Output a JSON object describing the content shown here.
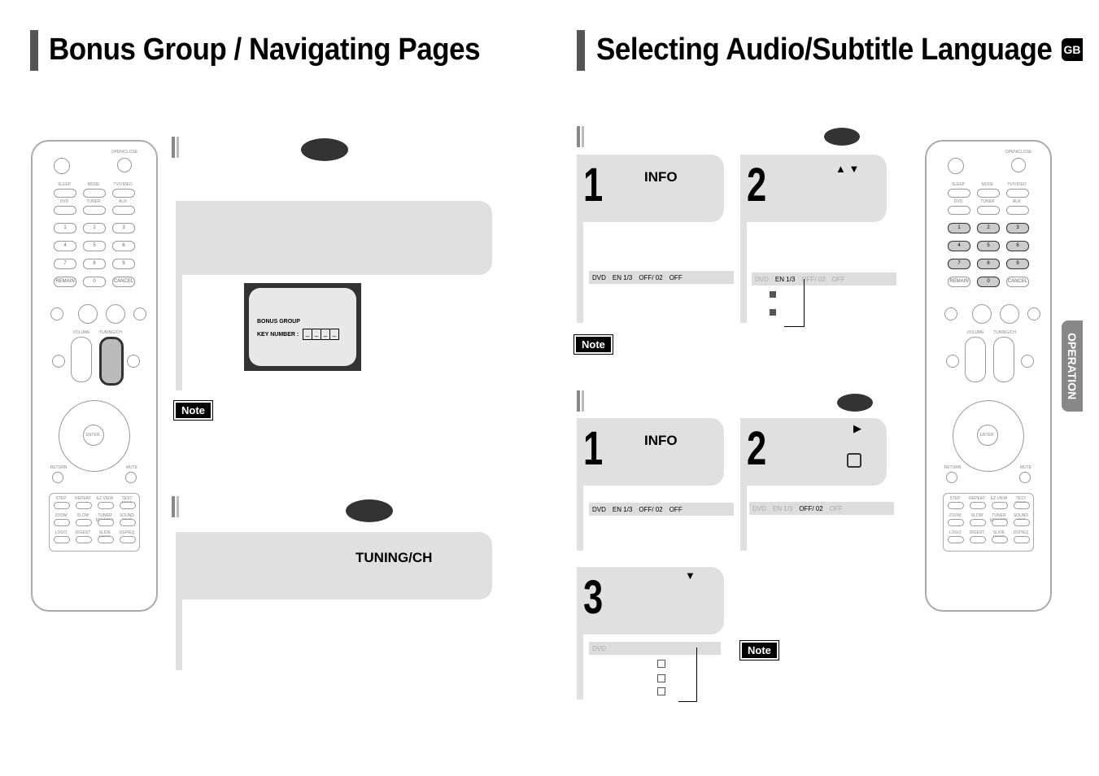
{
  "page_left": {
    "title": "Bonus Group / Navigating Pages",
    "screen": {
      "line1": "BONUS GROUP",
      "line2": "KEY NUMBER :",
      "digits": [
        "_",
        "_",
        "_",
        "_"
      ]
    },
    "note_label": "Note",
    "step_key_label": "TUNING/CH"
  },
  "page_right": {
    "title": "Selecting Audio/Subtitle Language",
    "lang_tab": "GB",
    "side_tab": "OPERATION",
    "audio": {
      "step1_label": "INFO",
      "step1_num": "1",
      "step2_num": "2",
      "step2_arrows": "▲ ▼",
      "osd": [
        "DVD",
        "EN 1/3",
        "OFF/ 02",
        "OFF"
      ],
      "note_label": "Note"
    },
    "subtitle": {
      "step1_label": "INFO",
      "step1_num": "1",
      "step2_num": "2",
      "step2_arrow": "▶",
      "step3_num": "3",
      "step3_arrow": "▼",
      "osd": [
        "DVD",
        "EN 1/3",
        "OFF/ 02",
        "OFF"
      ],
      "note_label": "Note"
    }
  },
  "remote_left": {
    "top_keys": [
      "SLEEP",
      "MODE",
      "TV/VIDEO",
      "DVD",
      "TUNER",
      "AUX"
    ],
    "num_keys": [
      "1",
      "2",
      "3",
      "4",
      "5",
      "6",
      "7",
      "8",
      "9",
      "REMAIN",
      "0",
      "CANCEL"
    ],
    "labels": [
      "VOLUME",
      "TUNING/CH",
      "ENTER",
      "RETURN",
      "MUTE",
      "OPEN/CLOSE"
    ],
    "bottom_keys": [
      "STEP",
      "REPEAT",
      "EZ VIEW",
      "TEST TONE",
      "ZOOM",
      "SLOW",
      "TUNER MEMORY",
      "SOUND EDIT",
      "LOGO",
      "DIGEST",
      "SLIDE MODE",
      "DSP/EQ"
    ]
  },
  "remote_right": {
    "top_keys": [
      "SLEEP",
      "MODE",
      "TV/VIDEO",
      "DVD",
      "TUNER",
      "AUX"
    ],
    "num_keys": [
      "1",
      "2",
      "3",
      "4",
      "5",
      "6",
      "7",
      "8",
      "9",
      "REMAIN",
      "0",
      "CANCEL"
    ],
    "labels": [
      "VOLUME",
      "TUNING/CH",
      "ENTER",
      "RETURN",
      "MUTE",
      "OPEN/CLOSE"
    ],
    "bottom_keys": [
      "STEP",
      "REPEAT",
      "EZ VIEW",
      "TEST TONE",
      "ZOOM",
      "SLOW",
      "TUNER MEMORY",
      "SOUND EDIT",
      "LOGO",
      "DIGEST",
      "SLIDE MODE",
      "DSP/EQ"
    ]
  },
  "colors": {
    "panel": "#e0e0e0",
    "accent_dark": "#333333",
    "tab_gray": "#888888"
  }
}
